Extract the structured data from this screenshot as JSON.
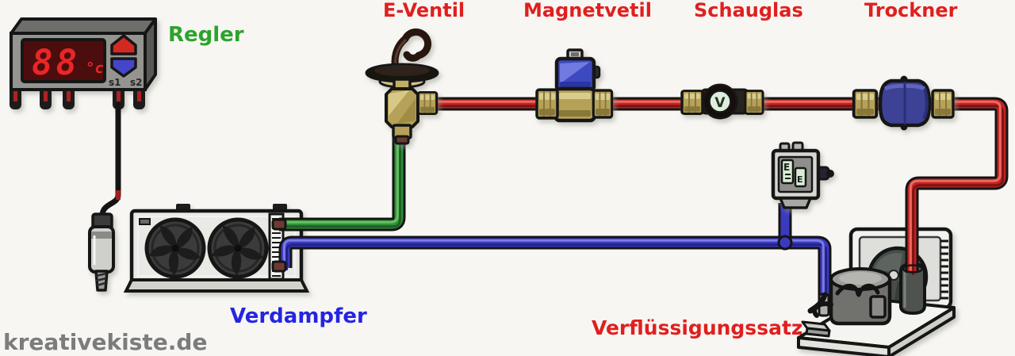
{
  "diagram": {
    "title_labels": {
      "regler": "Regler",
      "e_ventil": "E-Ventil",
      "magnetventil": "Magnetvetil",
      "schauglas": "Schauglas",
      "trockner": "Trockner",
      "verdampfer": "Verdampfer",
      "verfluessigungssatz": "Verflüssigungssatz"
    },
    "watermark": "kreativekiste.de",
    "controller": {
      "display_value": "88",
      "display_unit": "°c",
      "sensor_labels": [
        "s1",
        "s2"
      ]
    },
    "sight_glass": {
      "symbol": "V"
    },
    "pressure_switch": {
      "display_left": "E",
      "display_right": "E"
    },
    "colors": {
      "label_red": "#e01f1f",
      "label_green": "#2ca32c",
      "label_blue": "#2424e4",
      "label_gray": "#7c7c7c",
      "pipe_red": "#c32424",
      "pipe_red_light": "#ea6a5c",
      "pipe_red_dark": "#7c1414",
      "pipe_green": "#2f9038",
      "pipe_green_light": "#66c063",
      "pipe_green_dark": "#1d5f24",
      "pipe_blue": "#3a3abf",
      "pipe_blue_light": "#7b7be4",
      "pipe_blue_dark": "#22228a",
      "brass": "#b5a158",
      "dryer_blue": "#3d4296",
      "coil_blue": "#3c49c0",
      "display_red": "#ea2525",
      "outline": "#141414"
    }
  }
}
